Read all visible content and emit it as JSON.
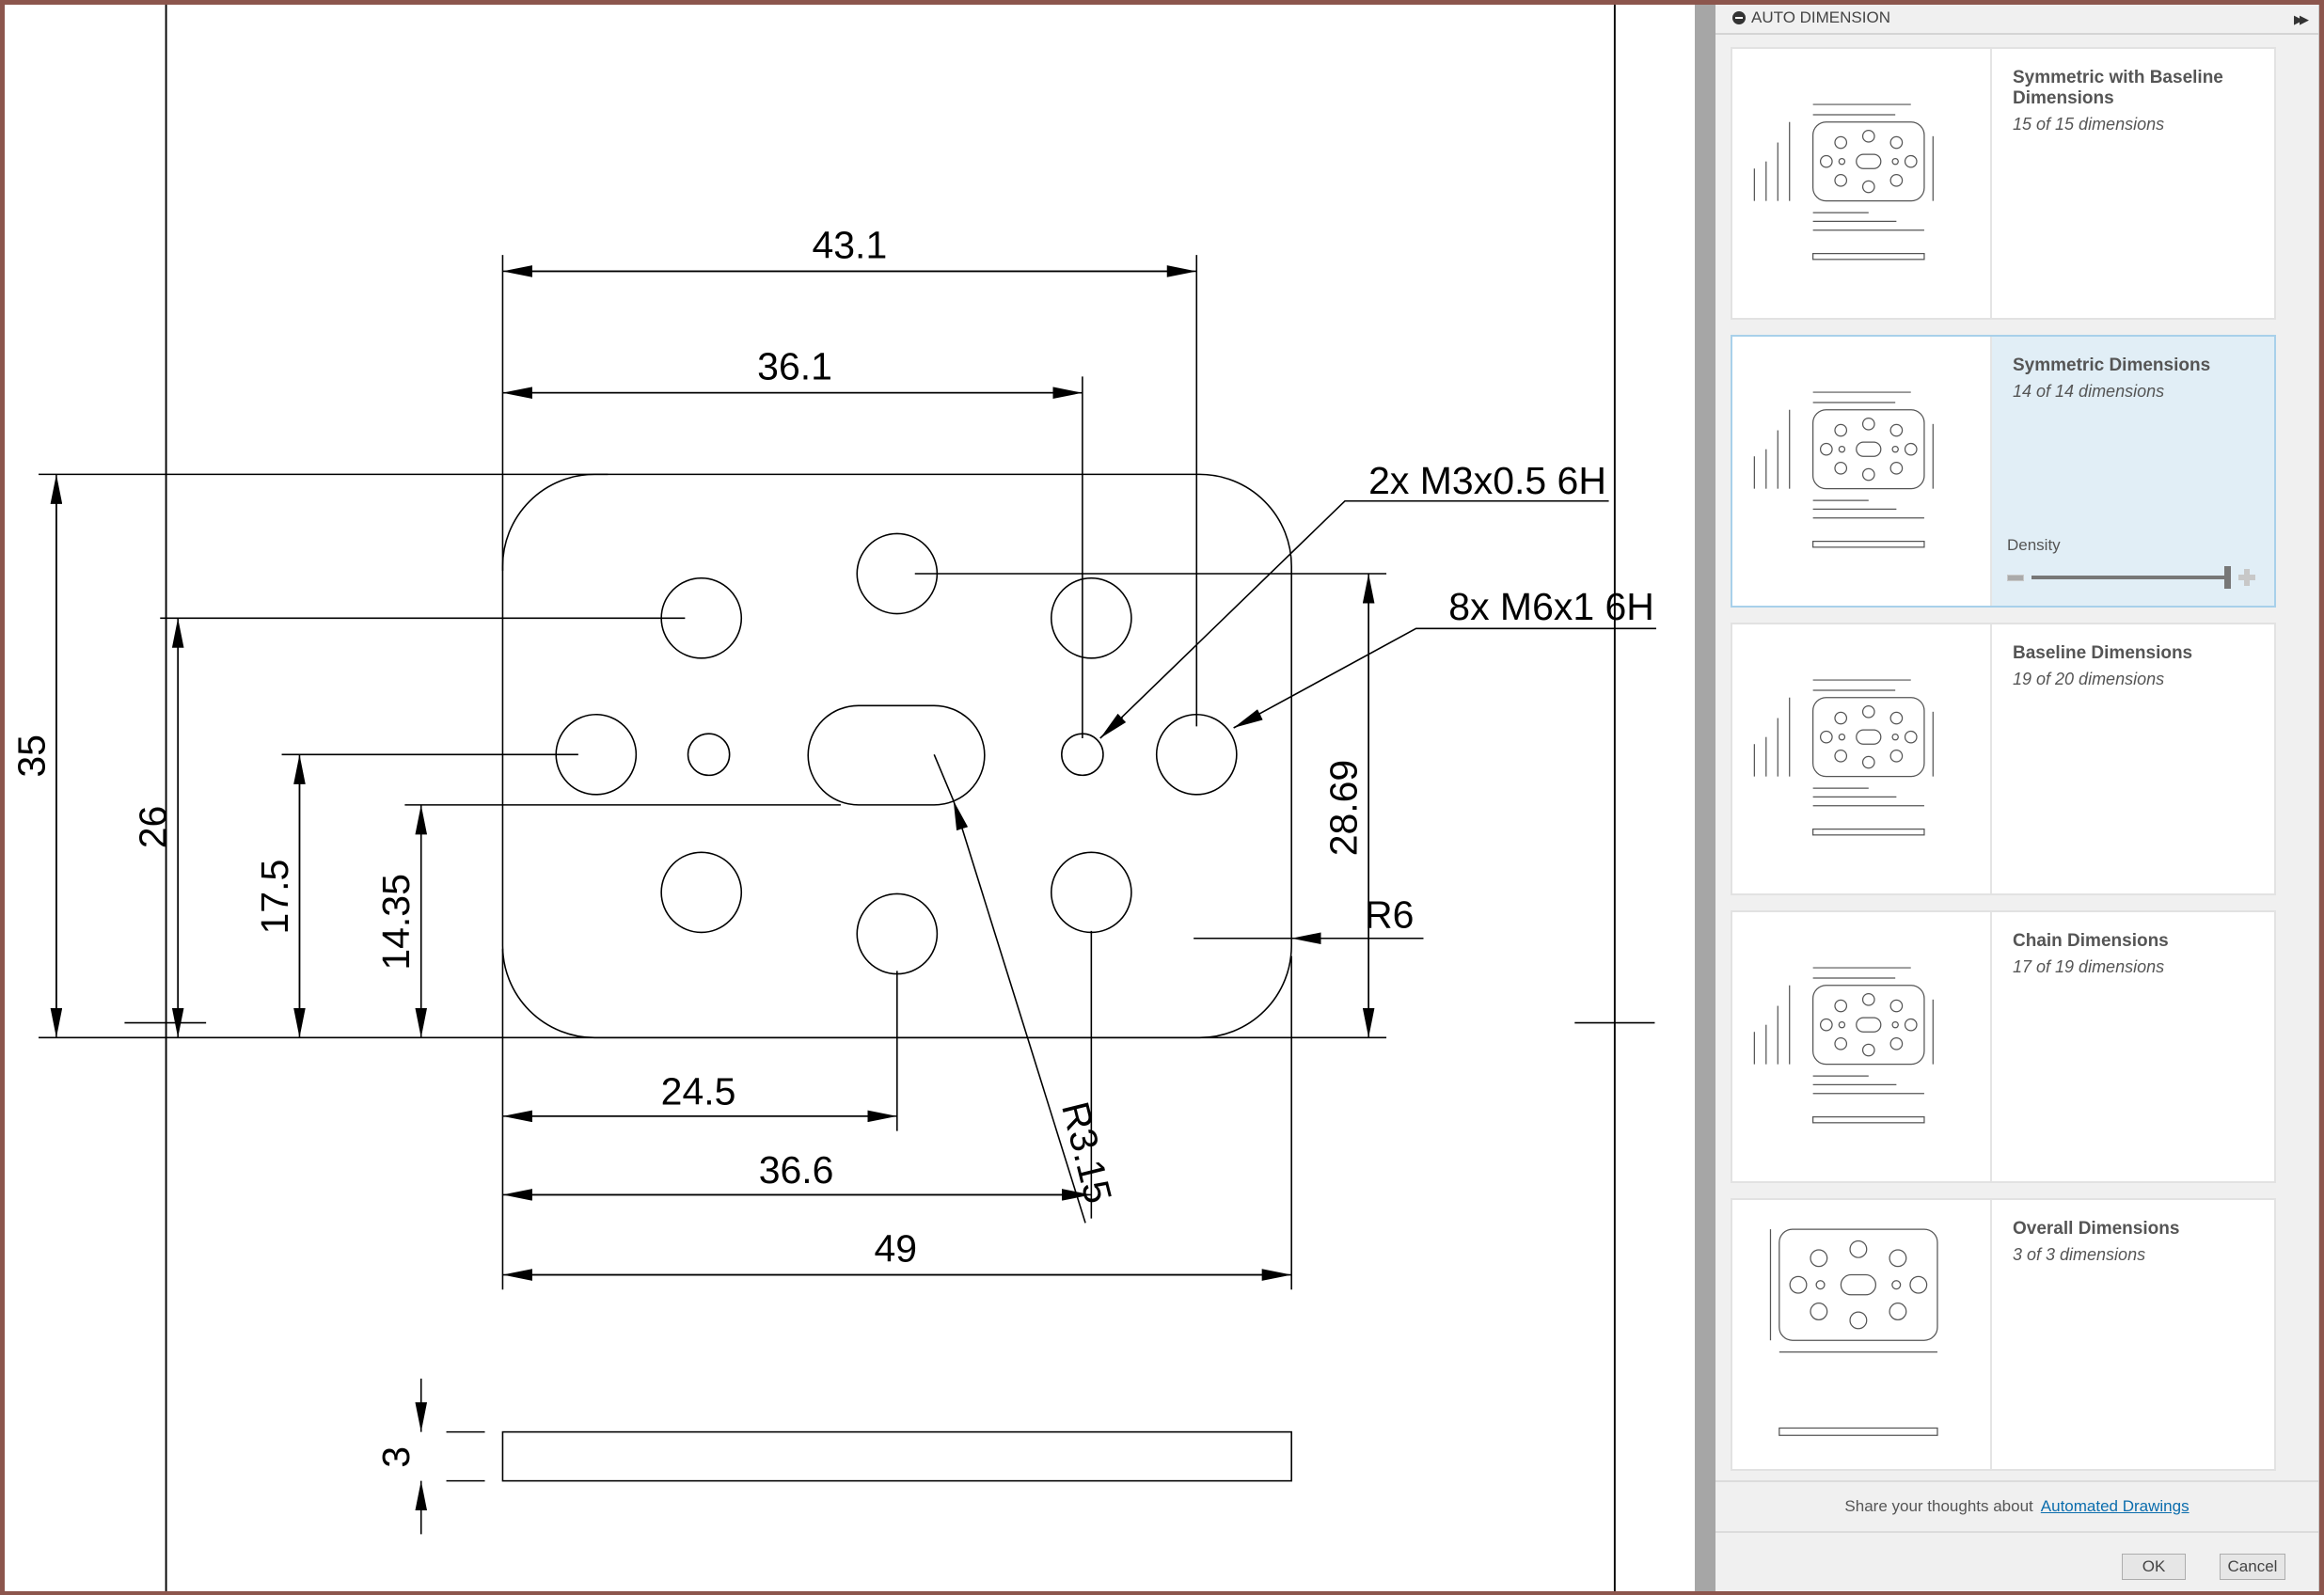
{
  "drawing": {
    "dimensions": {
      "d43_1": "43.1",
      "d36_1": "36.1",
      "d35": "35",
      "d26": "26",
      "d17_5": "17.5",
      "d14_35": "14.35",
      "d28_69": "28.69",
      "r6": "R6",
      "d24_5": "24.5",
      "d36_6": "36.6",
      "d49": "49",
      "r3_15": "R3.15",
      "d3": "3"
    },
    "callouts": {
      "m3": "2x M3x0.5 6H",
      "m6": "8x M6x1 6H"
    }
  },
  "panel": {
    "title": "AUTO DIMENSION",
    "options": [
      {
        "title": "Symmetric with Baseline Dimensions",
        "count": "15 of 15 dimensions",
        "selected": false
      },
      {
        "title": "Symmetric Dimensions",
        "count": "14 of 14 dimensions",
        "selected": true,
        "density_label": "Density",
        "density_value": 1.0
      },
      {
        "title": "Baseline Dimensions",
        "count": "19 of 20 dimensions",
        "selected": false
      },
      {
        "title": "Chain Dimensions",
        "count": "17 of 19 dimensions",
        "selected": false
      },
      {
        "title": "Overall Dimensions",
        "count": "3 of 3 dimensions",
        "selected": false
      }
    ],
    "feedback_prefix": "Share your thoughts about",
    "feedback_link": "Automated Drawings",
    "ok_label": "OK",
    "cancel_label": "Cancel"
  },
  "colors": {
    "frame": "#8c564d",
    "link": "#0b6dad",
    "selected_bg": "#e1eef6",
    "selected_border": "#a8d0ea"
  }
}
